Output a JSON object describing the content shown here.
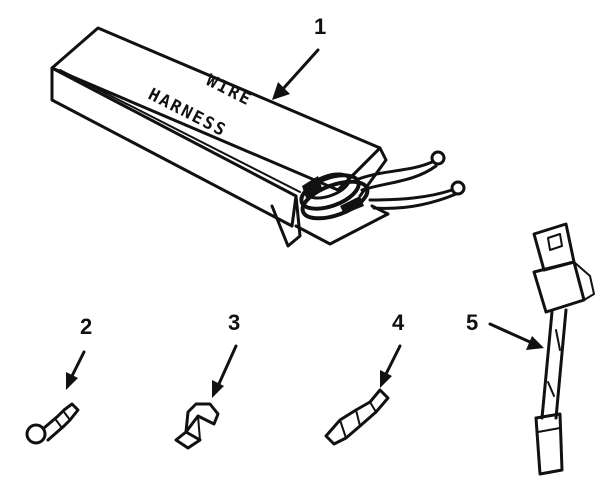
{
  "callouts": [
    {
      "id": "1",
      "label": "1"
    },
    {
      "id": "2",
      "label": "2"
    },
    {
      "id": "3",
      "label": "3"
    },
    {
      "id": "4",
      "label": "4"
    },
    {
      "id": "5",
      "label": "5"
    }
  ],
  "box_text": {
    "line1": "WIRE",
    "line2": "HARNESS"
  },
  "colors": {
    "ink": "#111111",
    "background": "#ffffff"
  }
}
